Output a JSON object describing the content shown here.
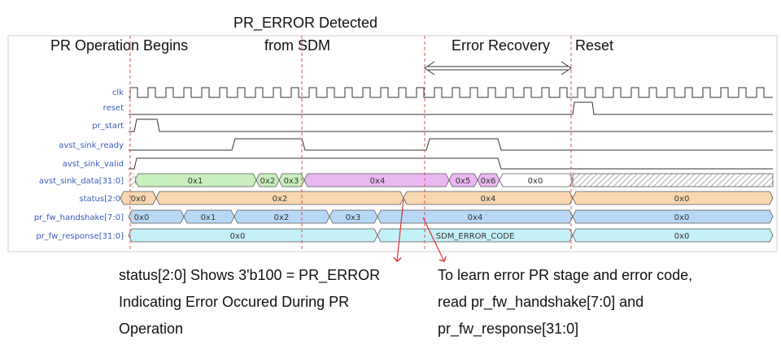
{
  "annotations": {
    "pr_begins": "PR Operation Begins",
    "pr_error_line1": "PR_ERROR Detected",
    "pr_error_line2": "from SDM",
    "error_recovery": "Error Recovery",
    "reset": "Reset",
    "status_note_line1": "status[2:0] Shows 3'b100 = PR_ERROR",
    "status_note_line2": "Indicating Error Occured During PR",
    "status_note_line3": "Operation",
    "learn_note_line1": "To learn error PR stage and error code,",
    "learn_note_line2": "read pr_fw_handshake[7:0] and",
    "learn_note_line3": "pr_fw_response[31:0]"
  },
  "signals": {
    "clk": "clk",
    "reset": "reset",
    "pr_start": "pr_start",
    "avst_sink_ready": "avst_sink_ready",
    "avst_sink_valid": "avst_sink_valid",
    "avst_sink_data": "avst_sink_data[31:0]",
    "status": "status[2:0]",
    "pr_fw_handshake": "pr_fw_handshake[7:0]",
    "pr_fw_response": "pr_fw_response[31:0]"
  },
  "bus_values": {
    "data": [
      "0x1",
      "0x2",
      "0x3",
      "0x4",
      "0x5",
      "0x6",
      "0x0"
    ],
    "status": [
      "0x0",
      "0x2",
      "0x4",
      "0x0"
    ],
    "handshake": [
      "0x0",
      "0x1",
      "0x2",
      "0x3",
      "0x4",
      "0x0"
    ],
    "response": [
      "0x0",
      "SDM_ERROR_CODE",
      "0x0"
    ]
  },
  "colors": {
    "signal_label": "#3a5bb8",
    "marker_line": "#e05050",
    "arrow": "#e03030",
    "data_green": "#c8efbc",
    "data_magenta": "#eab7f2",
    "status_orange": "#f9d7b0",
    "handshake_blue": "#b7d9f7",
    "response_cyan": "#c4f0f8",
    "hatch": "#9a9a9a"
  }
}
